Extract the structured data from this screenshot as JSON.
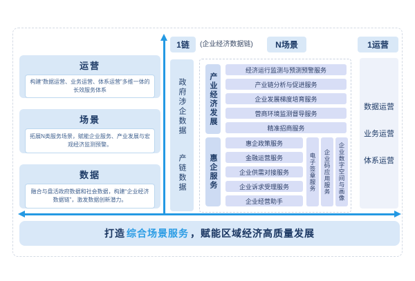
{
  "colors": {
    "accent_blue": "#2499e3",
    "navy_text": "#17335f",
    "light_blue_box": "#d9e8f7",
    "pill_lavender": "#d8def6",
    "category_label_bg": "#cddbf3",
    "operations_bg": "#eef2fa",
    "banner_bg": "#d9e8f8"
  },
  "panel": {
    "left_sections": [
      {
        "title": "运营",
        "desc": "构建“数据运营、业务运营、体系运营”多维一体的长效服务体系"
      },
      {
        "title": "场景",
        "desc": "拓展N类服务场景，赋能企业服务、产业发展与宏观经济监测预警。"
      },
      {
        "title": "数据",
        "desc": "融合与盘活政府数据和社会数据，构建“企业经济数据链”，激发数据创新潜力。"
      }
    ],
    "axis": {
      "chain_badge": "1链",
      "chain_note": "(企业经济数据链)",
      "scene_badge": "N场景",
      "operation_badge": "1运营"
    },
    "data_chain_bar": {
      "labels": [
        "政府涉企数据",
        "产链数据"
      ]
    },
    "scene_groups": [
      {
        "category": "产业经济发展",
        "items": [
          "经济运行监测与预测预警服务",
          "产业链分析与促进服务",
          "企业发展梯度培育服务",
          "营商环境监测督导服务",
          "精准招商服务"
        ]
      },
      {
        "category": "惠企服务",
        "items": [
          "惠企政策服务",
          "金融运营服务",
          "企业供需对接服务",
          "企业诉求受理服务",
          "企业经营助手"
        ],
        "side_bars": [
          "电子签章服务",
          "企业码应用服务",
          "企业数字空间与画像"
        ]
      }
    ],
    "operation_column": {
      "items": [
        "数据运营",
        "业务运营",
        "体系运营"
      ]
    },
    "bottom_banner": {
      "prefix": "打造 ",
      "highlight": "综合场景服务",
      "suffix": "，赋能区域经济高质量发展"
    }
  }
}
